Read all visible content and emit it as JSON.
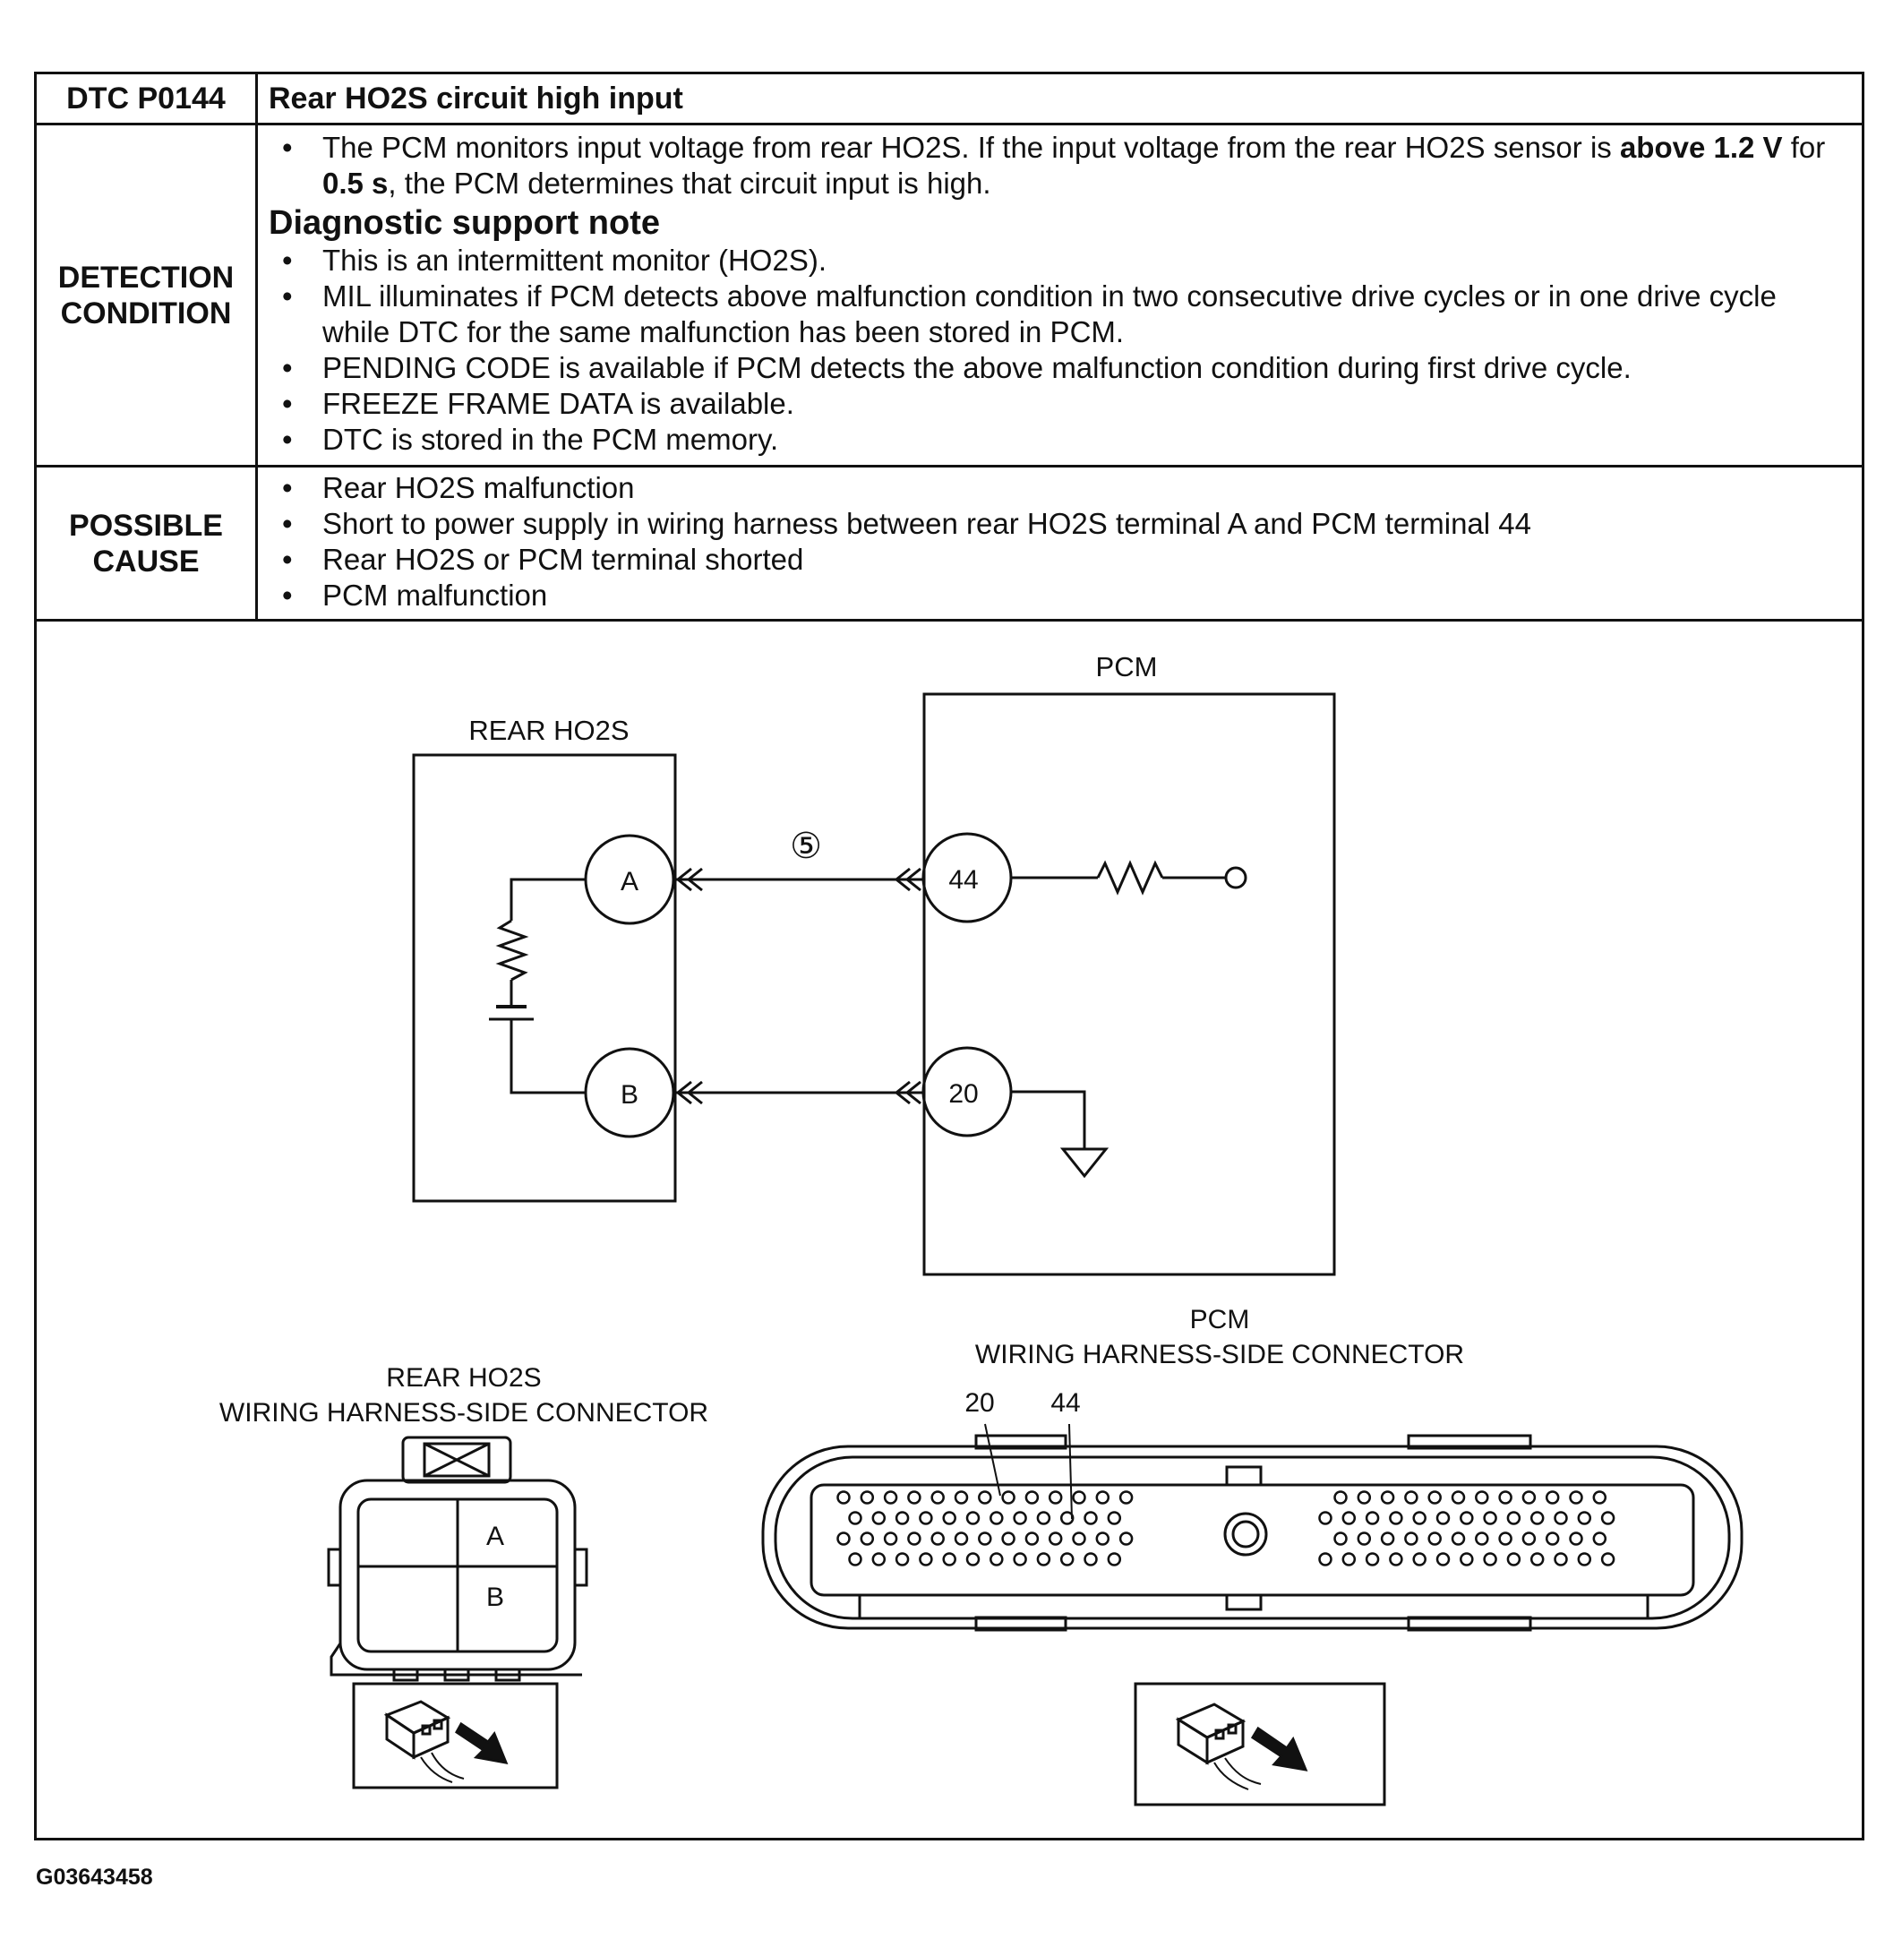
{
  "header": {
    "code": "DTC P0144",
    "title": "Rear HO2S circuit high input"
  },
  "detection": {
    "label_line1": "DETECTION",
    "label_line2": "CONDITION",
    "main_text_1": "The PCM monitors input voltage from rear HO2S. If the input voltage from the rear HO2S sensor is ",
    "main_bold_1": "above 1.2 V",
    "main_text_2": " for ",
    "main_bold_2": "0.5 s",
    "main_text_3": ", the PCM determines that circuit input is high.",
    "note_title": "Diagnostic support note",
    "notes": [
      "This is an intermittent monitor (HO2S).",
      "MIL illuminates if PCM detects above malfunction condition in two consecutive drive cycles or in one drive cycle while DTC for the same malfunction has been stored in PCM.",
      "PENDING CODE is available if PCM detects the above malfunction condition during first drive cycle.",
      "FREEZE FRAME DATA is available.",
      "DTC is stored in the PCM memory."
    ]
  },
  "possible_cause": {
    "label_line1": "POSSIBLE",
    "label_line2": "CAUSE",
    "items": [
      "Rear HO2S malfunction",
      "Short to power supply in wiring harness between rear HO2S terminal A and PCM terminal 44",
      "Rear HO2S or PCM terminal shorted",
      "PCM malfunction"
    ]
  },
  "diagram": {
    "pcm_label": "PCM",
    "sensor_label": "REAR HO2S",
    "terminal_a": "A",
    "terminal_b": "B",
    "pcm_terminal_44": "44",
    "pcm_terminal_20": "20",
    "wire_marker": "⑤"
  },
  "connectors": {
    "sensor_title_1": "REAR HO2S",
    "sensor_title_2": "WIRING HARNESS-SIDE CONNECTOR",
    "sensor_cell_a": "A",
    "sensor_cell_b": "B",
    "pcm_title_1": "PCM",
    "pcm_title_2": "WIRING HARNESS-SIDE CONNECTOR",
    "pcm_pin_20": "20",
    "pcm_pin_44": "44"
  },
  "figure_id": "G03643458"
}
